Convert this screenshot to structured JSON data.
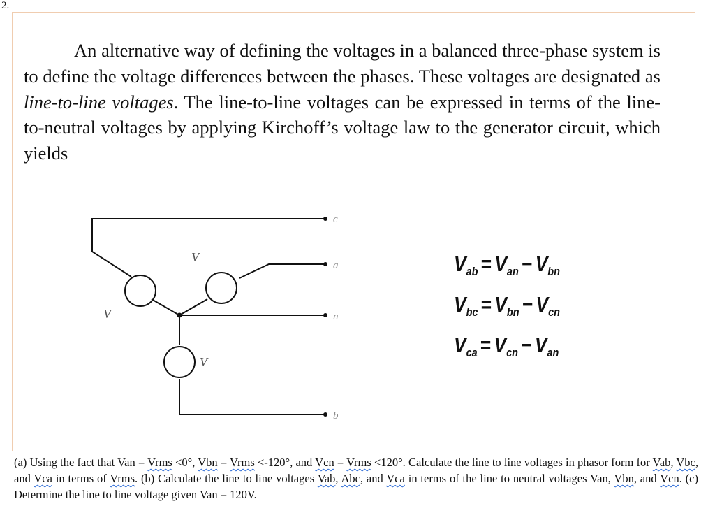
{
  "problem_number": "2.",
  "paragraph": {
    "before_italic": "An alternative way of defining the voltages in a balanced three-phase system is to define the voltage differences between the phases.  These voltages are designated as ",
    "italic": "line-to-line voltages",
    "after_italic": ".  The line-to-line voltages can be expressed in terms of the line-to-neutral voltages by applying Kirchoff’s voltage law to the generator circuit, which yields"
  },
  "circuit": {
    "terminal_labels": [
      "c",
      "a",
      "n",
      "b"
    ],
    "source_labels": [
      "V",
      "V",
      "V"
    ]
  },
  "equations": [
    {
      "lhs": "V",
      "lhs_sub": "ab",
      "eq": "=",
      "t1": "V",
      "t1_sub": "an",
      "minus": "−",
      "t2": "V",
      "t2_sub": "bn"
    },
    {
      "lhs": "V",
      "lhs_sub": "bc",
      "eq": "=",
      "t1": "V",
      "t1_sub": "bn",
      "minus": "−",
      "t2": "V",
      "t2_sub": "cn"
    },
    {
      "lhs": "V",
      "lhs_sub": "ca",
      "eq": "=",
      "t1": "V",
      "t1_sub": "cn",
      "minus": "−",
      "t2": "V",
      "t2_sub": "an"
    }
  ],
  "question": {
    "p1": "(a) Using the fact that Van = ",
    "s1": "Vrms",
    "p2": " <0°, ",
    "s2": "Vbn",
    "p3": " = ",
    "s3": "Vrms",
    "p4": " <-120°, and ",
    "s4": "Vcn",
    "p5": " = ",
    "s5": "Vrms",
    "p6": " <120°.   Calculate the line to line voltages in phasor form for ",
    "s6": "Vab",
    "p7": ", ",
    "s7": "Vbc",
    "p8": ", and ",
    "s8": "Vca",
    "p9": " in terms of ",
    "s9": "Vrms",
    "p10": ".  (b) Calculate the line to line voltages ",
    "s10": "Vab",
    "p11": ", ",
    "s11": "Abc",
    "p12": ", and ",
    "s12": "Vca",
    "p13": " in terms of the line to neutral voltages Van, ",
    "s13": "Vbn",
    "p14": ", and ",
    "s14": "Vcn",
    "p15": ".  (c) Determine the line to line voltage given Van = 120V."
  }
}
